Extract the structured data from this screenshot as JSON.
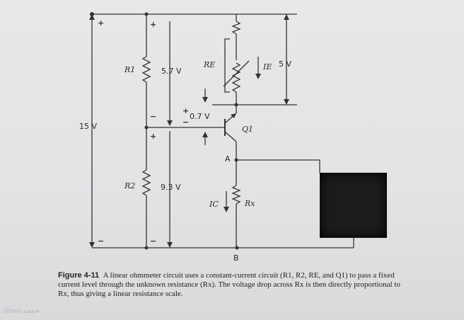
{
  "figure": {
    "labels": {
      "plus_top_left": "+",
      "plus_top_mid": "+",
      "minus_bottom_left": "−",
      "minus_bottom_mid": "−",
      "r1": "R1",
      "r2": "R2",
      "re": "RE",
      "rx": "Rx",
      "ie": "IE",
      "ic": "IC",
      "q1": "Q1",
      "v_5_7": "5.7 V",
      "v_0_7": "0.7 V",
      "v_9_3": "9.3 V",
      "v_5": "5 V",
      "v_15": "15 V",
      "node_a": "A",
      "node_b": "B",
      "plus_r1_bottom": "−",
      "plus_r2_top": "+",
      "plus_be": "+",
      "minus_be": "−"
    },
    "caption": {
      "heading": "Figure 4-11",
      "text": "A linear ohmmeter circuit uses a constant-current circuit (R1, R2, RE, and Q1) to pass a fixed current level through the unknown resistance (Rx). The voltage drop across Rx is then directly proportional to Rx, thus giving a linear resistance scale."
    },
    "watermark": "dows حجعه"
  }
}
